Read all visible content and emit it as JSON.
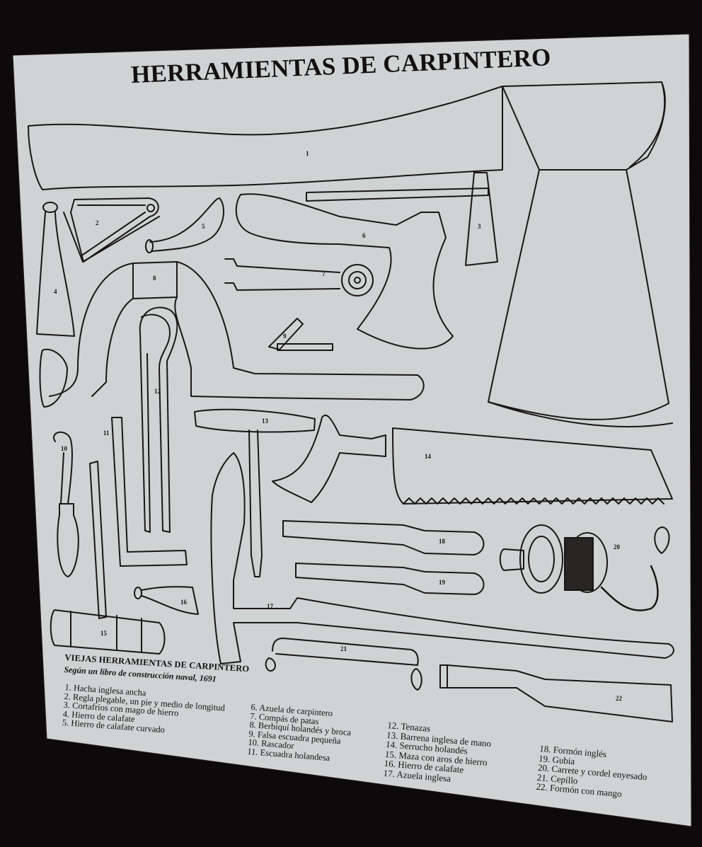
{
  "panel": {
    "title": "HERRAMIENTAS DE CARPINTERO",
    "colors": {
      "background": "#0c0a0b",
      "panel": "#cfd3d3",
      "ink": "#161214"
    }
  },
  "tool_labels": [
    "1",
    "2",
    "3",
    "4",
    "5",
    "6",
    "7",
    "8",
    "9",
    "10",
    "11",
    "12",
    "13",
    "14",
    "15",
    "16",
    "17",
    "18",
    "19",
    "20",
    "21",
    "22"
  ],
  "legend": {
    "heading": "VIEJAS HERRAMIENTAS DE CARPINTERO",
    "subheading": "Según un libro de construcción naval, 1691",
    "columns": [
      [
        "1. Hacha inglesa ancha",
        "2. Regla plegable, un pie y medio de longitud",
        "3. Cortafríos con mago de hierro",
        "4. Hierro de calafate",
        "5. Hierro de calafate curvado"
      ],
      [
        "6. Azuela de carpintero",
        "7. Compás de patas",
        "8. Berbiquí holandés y broca",
        "9. Falsa escuadra pequeña",
        "10. Rascador",
        "11. Escuadra holandesa"
      ],
      [
        "12. Tenazas",
        "13. Barrena inglesa de mano",
        "14. Serrucho holandés",
        "15. Maza con aros de hierro",
        "16. Hierro de calafate",
        "17. Azuela inglesa"
      ],
      [
        "18. Formón inglés",
        "19. Gubia",
        "20. Carrete y cordel enyesado",
        "21. Cepillo",
        "22. Formón con mango"
      ]
    ]
  }
}
